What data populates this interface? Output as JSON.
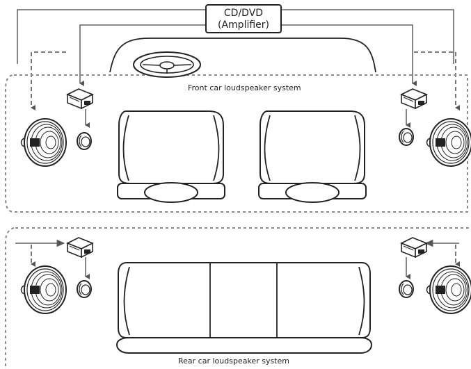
{
  "amplifier": {
    "line1": "CD/DVD",
    "line2": "(Amplifier)"
  },
  "zones": {
    "front": "Front car loudspeaker system",
    "rear": "Rear car loudspeaker system"
  },
  "colors": {
    "line": "#222222",
    "dashed": "#777777"
  },
  "icons": [
    "amplifier-unit-icon",
    "woofer-speaker-icon",
    "tweeter-speaker-icon",
    "steering-wheel-icon",
    "car-seat-icon",
    "rear-bench-seat-icon"
  ]
}
